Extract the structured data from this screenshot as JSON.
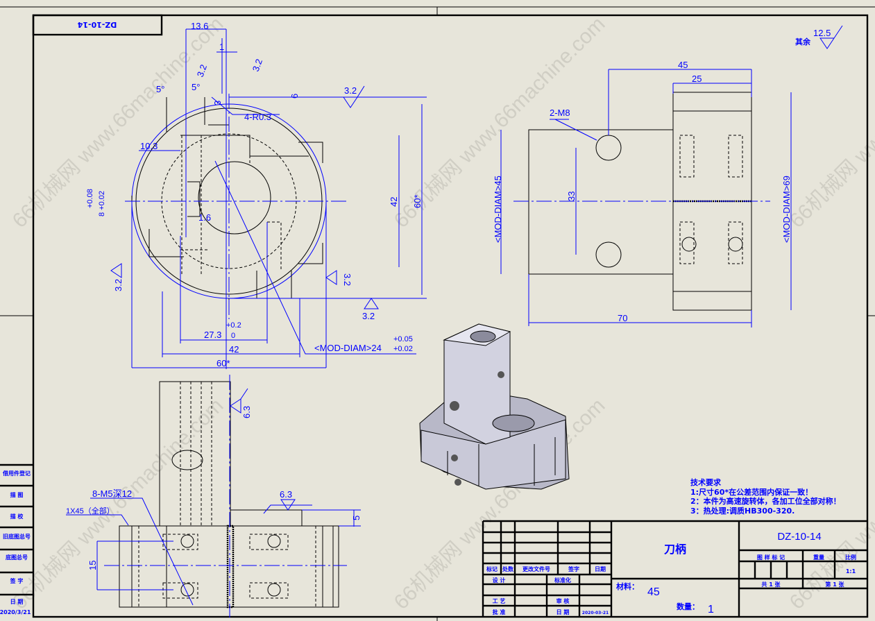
{
  "drawing": {
    "part_number": "DZ-10-14",
    "part_number_mirrored": "DZ-10-14",
    "part_name": "刀柄",
    "material_label": "材料：",
    "material": "45",
    "quantity_label": "数量：",
    "quantity": "1",
    "other_finish_label": "其余",
    "other_finish_value": "12.5",
    "watermark": "66机械网 www.66machine.com"
  },
  "tech_requirements": {
    "title": "技术要求",
    "items": [
      "1:尺寸60*在公差范围内保证一致！",
      "2：本件为高速旋转体，各加工位全部对称！",
      "3：热处理:调质HB300-320."
    ]
  },
  "title_block": {
    "revision_headers": [
      "标记",
      "处数",
      "更改文件号",
      "签字",
      "日期"
    ],
    "sign_rows": [
      "设 计",
      "标准化",
      "审 核",
      "工 艺",
      "批 准",
      "日 期"
    ],
    "sign_date": "2020-03-21",
    "pattern_mark": "图 样 标 记",
    "weight": "重量",
    "scale_label": "比例",
    "scale": "1:1",
    "sheets_total": "共 1 张",
    "sheet_no": "第 1 张"
  },
  "side_strip": {
    "rows": [
      "借用件登记",
      "描 图",
      "描 校",
      "旧底图总号",
      "底图总号",
      "签 字",
      "日 期"
    ],
    "date": "2020/3/21"
  },
  "front_view_dims": [
    "13.6",
    "1",
    "3.2",
    "3.2",
    "5°",
    "5°",
    "3",
    "6",
    "4-R0.3",
    "3.2",
    "10.3",
    "+0.08",
    "8 +0.02",
    "1.6",
    "42",
    "60*",
    "3.2",
    "3.2",
    "3.2",
    "+0.2",
    "27.3",
    "0",
    "42",
    "<MOD-DIAM>24",
    "+0.05",
    "+0.02",
    "60*"
  ],
  "side_view_dims": [
    "45",
    "25",
    "2-M8",
    "33",
    "<MOD-DIAM>45",
    "<MOD-DIAM>69",
    "70"
  ],
  "bottom_view_dims": [
    "6.3",
    "8-M5深12",
    "1X45（全部）",
    "6.3",
    "5",
    "15"
  ]
}
